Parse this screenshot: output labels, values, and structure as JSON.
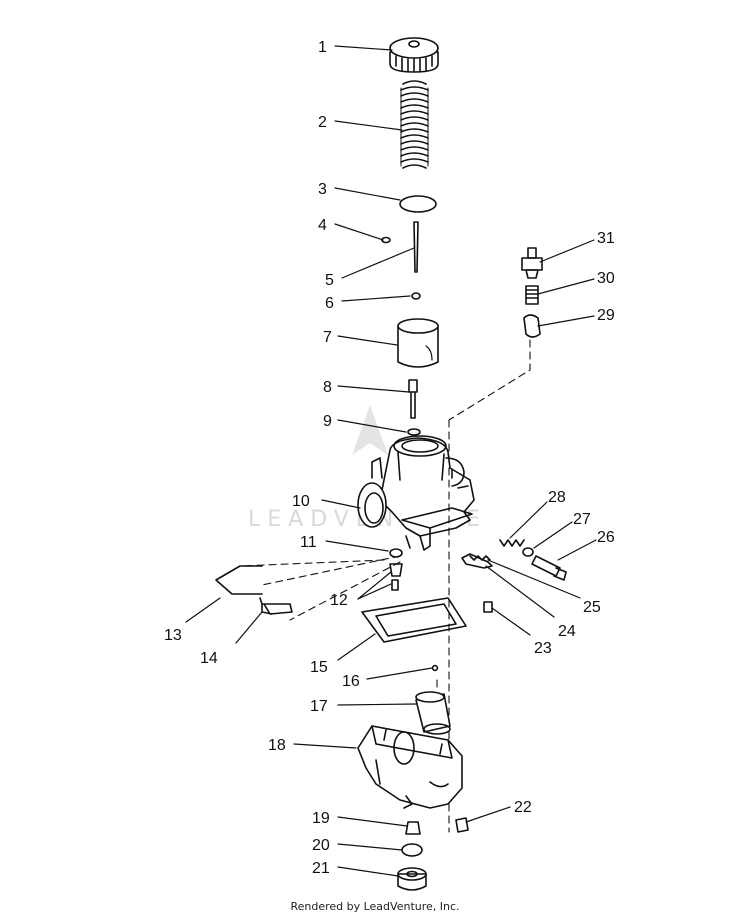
{
  "diagram": {
    "watermark": "LEADVENTURE",
    "footer": "Rendered by LeadVenture, Inc.",
    "callouts": [
      "1",
      "2",
      "3",
      "4",
      "5",
      "6",
      "7",
      "8",
      "9",
      "10",
      "11",
      "12",
      "13",
      "14",
      "15",
      "16",
      "17",
      "18",
      "19",
      "20",
      "21",
      "22",
      "23",
      "24",
      "25",
      "26",
      "27",
      "28",
      "29",
      "30",
      "31"
    ]
  }
}
